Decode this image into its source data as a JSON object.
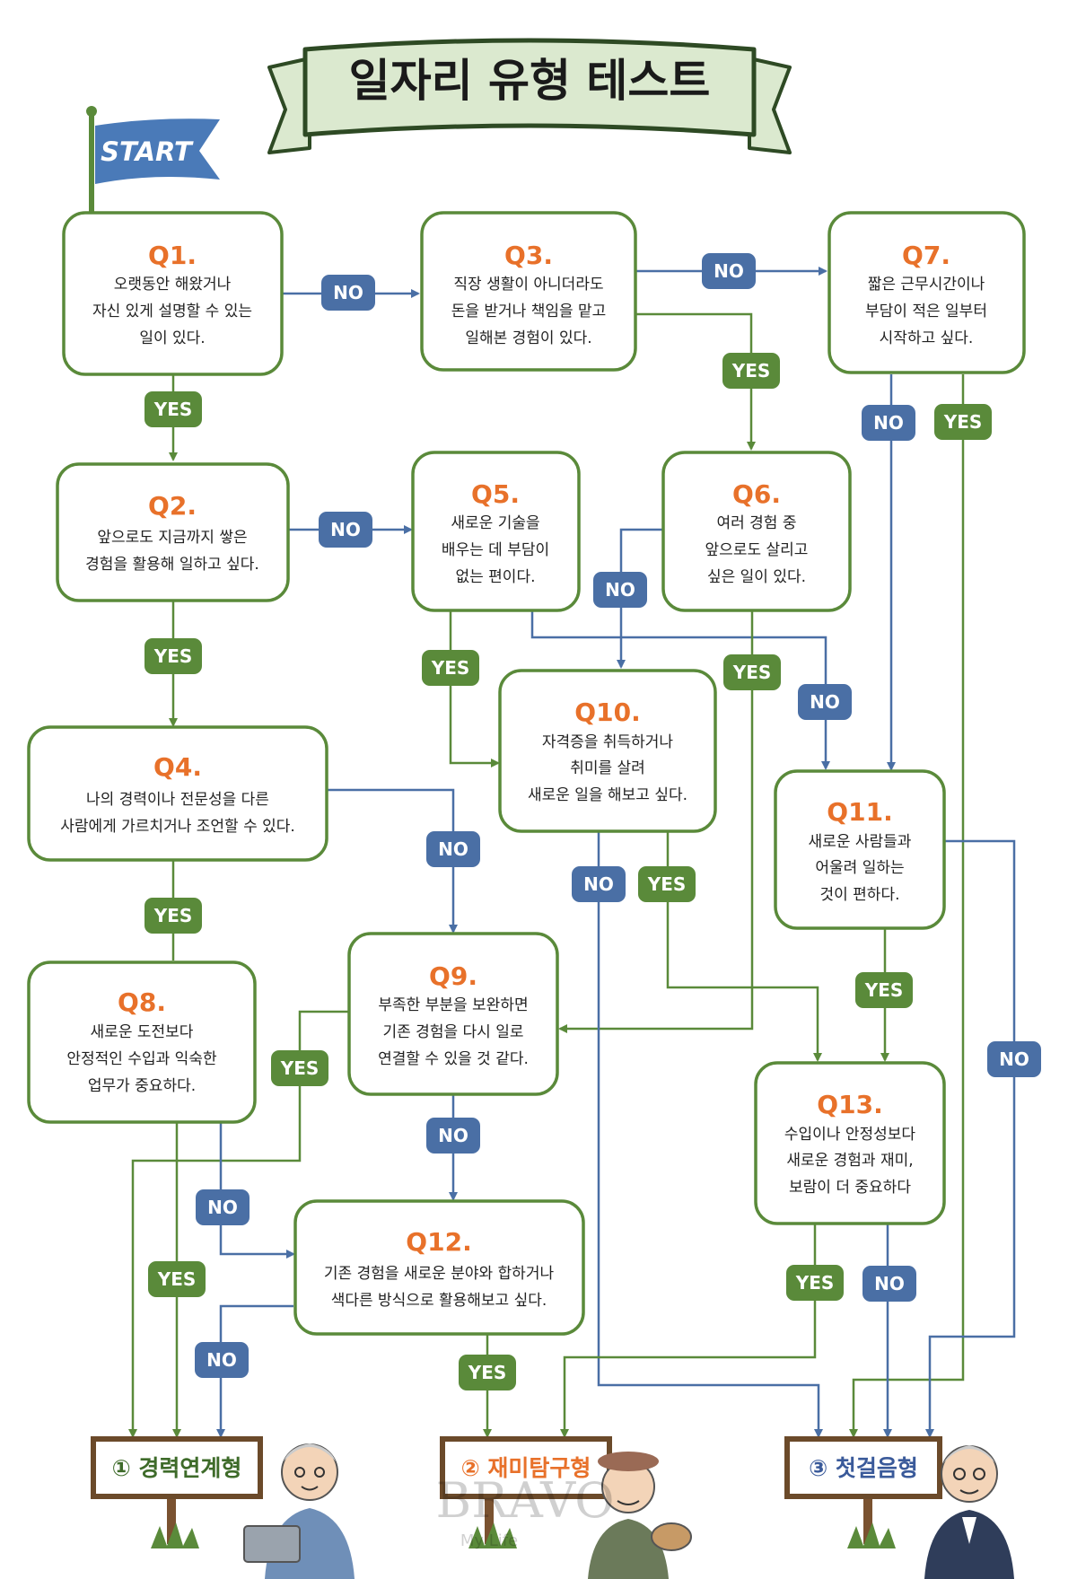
{
  "title": "일자리 유형 테스트",
  "start_label": "START",
  "colors": {
    "green": "#5a8a3a",
    "blue": "#4a6fa5",
    "orange": "#e8712a",
    "banner": "#dbe9cf",
    "banner_dark": "#2e4a24"
  },
  "questions": {
    "q1": {
      "label": "Q1.",
      "lines": [
        "오랫동안 해왔거나",
        "자신 있게 설명할 수 있는",
        "일이 있다."
      ]
    },
    "q2": {
      "label": "Q2.",
      "lines": [
        "앞으로도 지금까지 쌓은",
        "경험을 활용해 일하고 싶다."
      ]
    },
    "q3": {
      "label": "Q3.",
      "lines": [
        "직장 생활이 아니더라도",
        "돈을 받거나 책임을 맡고",
        "일해본 경험이 있다."
      ]
    },
    "q4": {
      "label": "Q4.",
      "lines": [
        "나의 경력이나 전문성을 다른",
        "사람에게 가르치거나 조언할 수 있다."
      ]
    },
    "q5": {
      "label": "Q5.",
      "lines": [
        "새로운 기술을",
        "배우는 데 부담이",
        "없는 편이다."
      ]
    },
    "q6": {
      "label": "Q6.",
      "lines": [
        "여러 경험 중",
        "앞으로도 살리고",
        "싶은 일이 있다."
      ]
    },
    "q7": {
      "label": "Q7.",
      "lines": [
        "짧은 근무시간이나",
        "부담이 적은 일부터",
        "시작하고 싶다."
      ]
    },
    "q8": {
      "label": "Q8.",
      "lines": [
        "새로운 도전보다",
        "안정적인 수입과 익숙한",
        "업무가 중요하다."
      ]
    },
    "q9": {
      "label": "Q9.",
      "lines": [
        "부족한 부분을 보완하면",
        "기존 경험을 다시 일로",
        "연결할 수 있을 것 같다."
      ]
    },
    "q10": {
      "label": "Q10.",
      "lines": [
        "자격증을 취득하거나",
        "취미를 살려",
        "새로운 일을 해보고 싶다."
      ]
    },
    "q11": {
      "label": "Q11.",
      "lines": [
        "새로운 사람들과",
        "어울려 일하는",
        "것이 편하다."
      ]
    },
    "q12": {
      "label": "Q12.",
      "lines": [
        "기존 경험을 새로운 분야와 합하거나",
        "색다른 방식으로 활용해보고 싶다."
      ]
    },
    "q13": {
      "label": "Q13.",
      "lines": [
        "수입이나 안정성보다",
        "새로운 경험과 재미,",
        "보람이 더 중요하다"
      ]
    }
  },
  "answers": {
    "yes": "YES",
    "no": "NO"
  },
  "results": [
    {
      "label": "① 경력연계형"
    },
    {
      "label": "② 재미탐구형"
    },
    {
      "label": "③ 첫걸음형"
    }
  ],
  "watermark": {
    "main": "BRAVO",
    "sub": "My Life"
  }
}
